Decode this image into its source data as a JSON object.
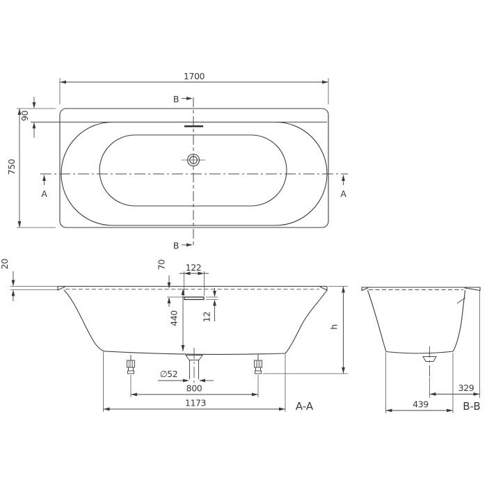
{
  "colors": {
    "line": "#3c3c3c",
    "background": "#ffffff"
  },
  "top_view": {
    "length": "1700",
    "width": "750",
    "rim_offset": "90",
    "section_a_label": "A",
    "section_b_label": "B"
  },
  "section_aa": {
    "title": "A-A",
    "rim_thickness": "20",
    "overflow_drop": "70",
    "overflow_width": "122",
    "depth": "440",
    "overflow_slot": "12",
    "drain_diameter": "∅52",
    "feet_spacing": "800",
    "base_length": "1173",
    "height_ref": "h"
  },
  "section_bb": {
    "title": "B-B",
    "base_width": "439",
    "drain_offset": "329"
  }
}
